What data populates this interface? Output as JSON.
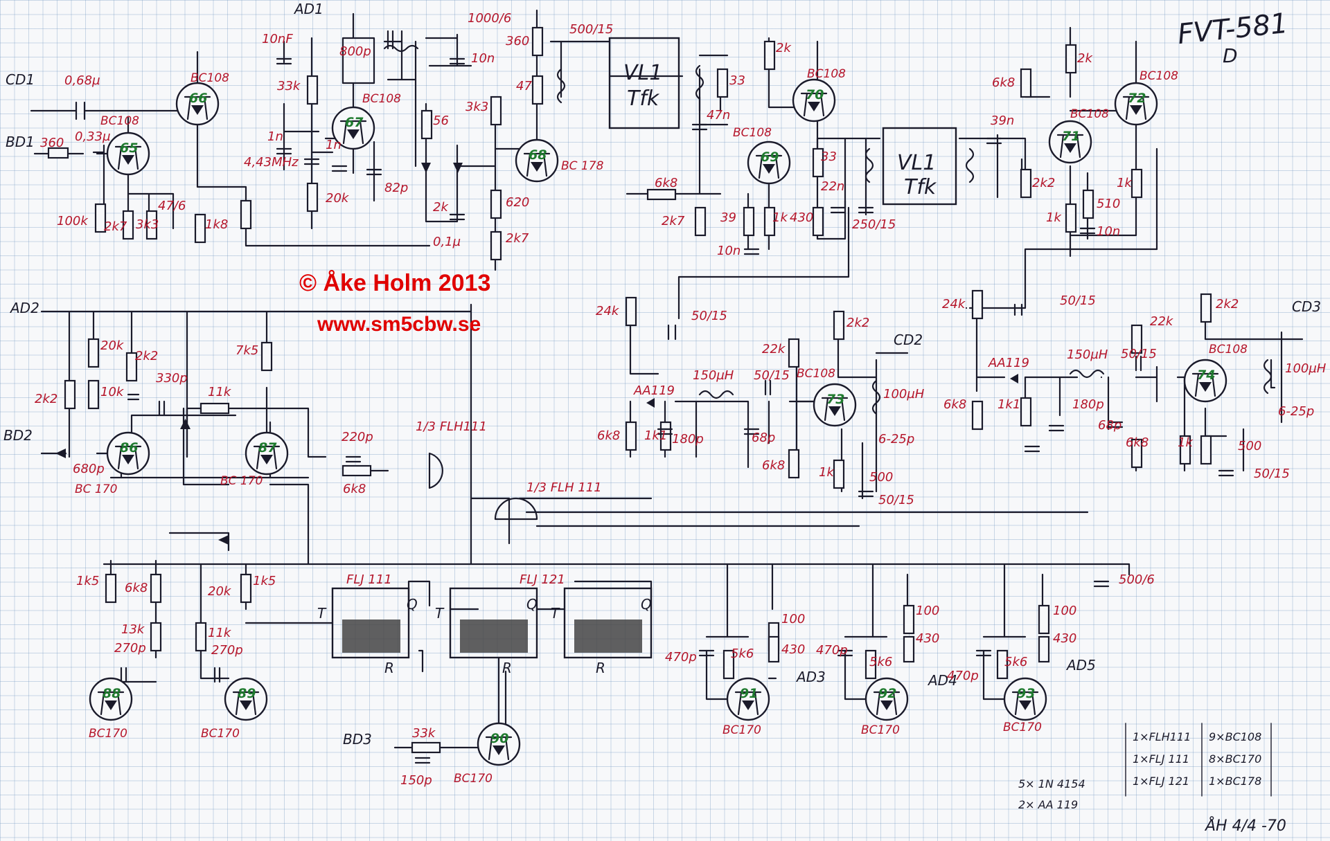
{
  "title": "FVT-581",
  "subtitle": "D",
  "copyright": "© Åke Holm 2013",
  "website": "www.sm5cbw.se",
  "signature": "ÅH 4/4 -70",
  "blocks": {
    "vl1a": "VL1",
    "vl1a_sub": "Tfk",
    "vl1b": "VL1",
    "vl1b_sub": "Tfk"
  },
  "ics": {
    "flj1": "FLJ 111",
    "flj2": "FLJ 121",
    "gate1": "1/3 FLH111",
    "gate2": "1/3 FLH 111"
  },
  "connectors": {
    "cd1": "CD1",
    "bd1": "BD1",
    "ad1": "AD1",
    "cd2": "CD2",
    "cd3": "CD3",
    "ad2": "AD2",
    "bd2": "BD2",
    "bd3": "BD3",
    "ad3": "AD3",
    "ad4": "AD4",
    "ad5": "AD5"
  },
  "transistors": [
    {
      "num": "65",
      "type": "BC108"
    },
    {
      "num": "66",
      "type": "BC108"
    },
    {
      "num": "67",
      "type": "BC108"
    },
    {
      "num": "68",
      "type": "BC 178"
    },
    {
      "num": "69",
      "type": "BC108"
    },
    {
      "num": "70",
      "type": "BC108"
    },
    {
      "num": "71",
      "type": "BC108"
    },
    {
      "num": "72",
      "type": "BC108"
    },
    {
      "num": "73",
      "type": "BC108"
    },
    {
      "num": "74",
      "type": "BC108"
    },
    {
      "num": "86",
      "type": "BC 170"
    },
    {
      "num": "87",
      "type": "BC 170"
    },
    {
      "num": "88",
      "type": "BC170"
    },
    {
      "num": "89",
      "type": "BC170"
    },
    {
      "num": "90",
      "type": "BC170"
    },
    {
      "num": "91",
      "type": "BC170"
    },
    {
      "num": "92",
      "type": "BC170"
    },
    {
      "num": "93",
      "type": "BC170"
    }
  ],
  "values": {
    "c068": "0,68µ",
    "c033": "0,33µ",
    "r360a": "360",
    "r100k": "100k",
    "r2k7a": "2k7",
    "r3k3a": "3k3",
    "c47_6": "47/6",
    "r1k8a": "1k8",
    "c10n": "10nF",
    "r33k": "33k",
    "c1n": "1n",
    "xtal": "4,43MHz",
    "c1na": "1n",
    "r20ka": "20k",
    "c82p": "82p",
    "c800p": "800p",
    "r56": "56",
    "r2ka": "2k",
    "c01u": "0,1µ",
    "c1000": "1000/6",
    "c10na": "10n",
    "r3k3b": "3k3",
    "r620": "620",
    "r2k7b": "2k7",
    "r360b": "360",
    "c500_15a": "500/15",
    "r47": "47",
    "r33a": "33",
    "c47n": "47n",
    "r6k8a": "6k8",
    "r2k7c": "2k7",
    "r39": "39",
    "c10nb": "10n",
    "r1k": "1k",
    "r430a": "430",
    "r2kb": "2k",
    "r33b": "33",
    "c22n": "22n",
    "c250": "250/15",
    "r6k8b": "6k8",
    "c39n": "39n",
    "r2k2a": "2k2",
    "r1ka": "1k",
    "r510": "510",
    "c10nc": "10n",
    "r2kc": "2k",
    "r1kb": "1k",
    "r24ka": "24k",
    "c50_15a": "50/15",
    "r24kb": "24k",
    "c50_15b": "50/15",
    "d_aa119a": "AA119",
    "r6k8c": "6k8",
    "r1k1a": "1k1",
    "c180pa": "180p",
    "l150a": "150µH",
    "c50_15c": "50/15",
    "c68pa": "68p",
    "r22ka": "22k",
    "r6k8d": "6k8",
    "r2k2b": "2k2",
    "l100a": "100µH",
    "c6_25a": "6-25p",
    "r1kc": "1k",
    "r500a": "500",
    "c50_15d": "50/15",
    "d_aa119b": "AA119",
    "r6k8e": "6k8",
    "r1k1b": "1k1",
    "l150b": "150µH",
    "c180pb": "180p",
    "c68pb": "68p",
    "c50_15e": "50/15",
    "r22kb": "22k",
    "r6k8f": "6k8",
    "r2k2c": "2k2",
    "l100b": "100µH",
    "c6_25b": "6-25p",
    "r1kd": "1k",
    "r500b": "500",
    "c50_15f": "50/15",
    "r20kb": "20k",
    "r2k2d": "2k2",
    "r2k2e": "2k2",
    "r10k": "10k",
    "c330p": "330p",
    "r11k": "11k",
    "r7k5": "7k5",
    "c680p": "680p",
    "c220p": "220p",
    "r6k8g": "6k8",
    "r1k5a": "1k5",
    "r6k8h": "6k8",
    "r20kc": "20k",
    "r1k5b": "1k5",
    "r13k": "13k",
    "r11kb": "11k",
    "c270pa": "270p",
    "c270pb": "270p",
    "r33kb": "33k",
    "c150p": "150p",
    "c500_6": "500/6",
    "r100a": "100",
    "r430b": "430",
    "c470pa": "470p",
    "r5k6a": "5k6",
    "r100b": "100",
    "r430c": "430",
    "c470pb": "470p",
    "r5k6b": "5k6",
    "c470pc": "470p",
    "r100c": "100",
    "r430d": "430",
    "r5k6c": "5k6",
    "pin_t": "T",
    "pin_q": "Q",
    "pin_r": "R"
  },
  "bom": {
    "col1": [
      "1×FLH111",
      "1×FLJ 111",
      "1×FLJ 121"
    ],
    "col2": [
      "9×BC108",
      "8×BC170",
      "1×BC178"
    ],
    "col3": [
      "5× 1N 4154",
      "2× AA 119"
    ]
  }
}
